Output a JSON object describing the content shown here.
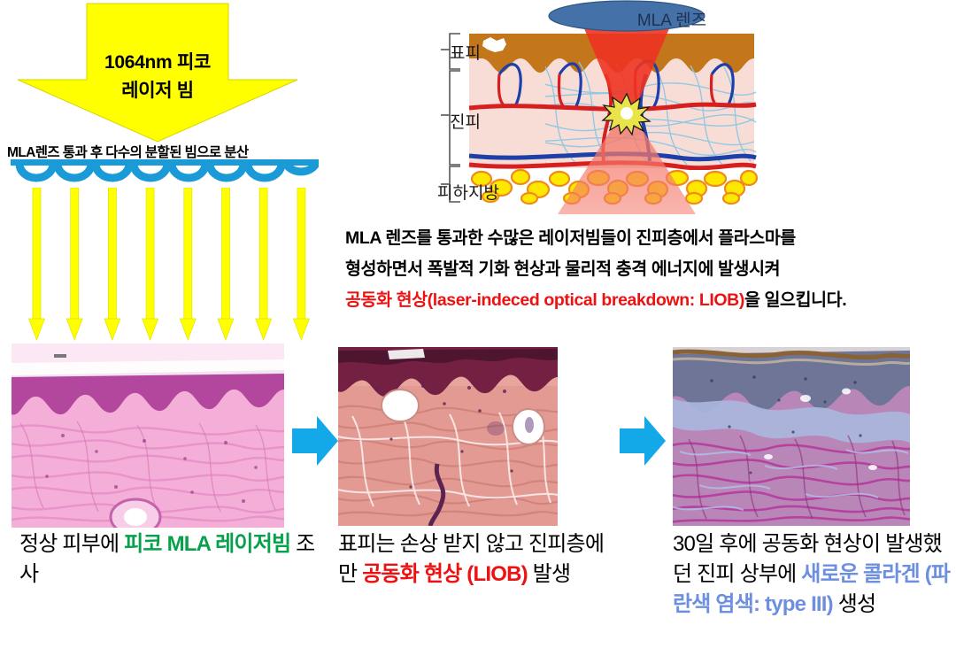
{
  "left_panel": {
    "beam_title_line1": "1064nm 피코",
    "beam_title_line2": "레이저 빔",
    "mla_caption": "MLA렌즈 통과 후 다수의 분할된 빔으로 분산",
    "arrow_color": "#ffff00",
    "lenslet_color": "#1a9ad7",
    "ray_count": 8
  },
  "skin_diagram": {
    "lens_label": "MLA 렌즈",
    "layer_labels": {
      "epidermis": "표피",
      "dermis": "진피",
      "subcutaneous_fat": "피하지방"
    },
    "lens_fill": "#4472a8",
    "beam_fill": "#f2past",
    "epidermis_fill": "#c3761a",
    "dermis_fill": "#f7d9d3",
    "fat_fill": "#ffe800"
  },
  "body_text": {
    "line1": "MLA 렌즈를 통과한 수많은 레이저빔들이 진피층에서 플라스마를",
    "line2": "형성하면서 폭발적 기화 현상과  물리적 충격 에너지에 발생시켜",
    "line3_red": "공동화 현상(laser-indeced optical breakdown: LIOB)",
    "line3_black": "을 일으킵니다.",
    "highlight_color": "#ee1111"
  },
  "captions": {
    "panel1": {
      "seg1": "정상 피부에 ",
      "seg2_green": "피코 MLA 레이저빔",
      "seg3": " 조사",
      "accent_color": "#06a14b"
    },
    "panel2": {
      "seg1": "표피는 손상 받지 않고 진피층에만 ",
      "seg2_red": "공동화 현상 (LIOB)",
      "seg3": " 발생",
      "accent_color": "#ee1111"
    },
    "panel3": {
      "seg1": "30일 후에 공동화 현상이 발생했던 진피 상부에 ",
      "seg2_blue": "새로운 콜라겐 (파란색 염색: type III)",
      "seg3": " 생성",
      "accent_color": "#6c8fe0"
    }
  },
  "flow_arrows": {
    "color": "#13a8e8",
    "count": 2
  }
}
